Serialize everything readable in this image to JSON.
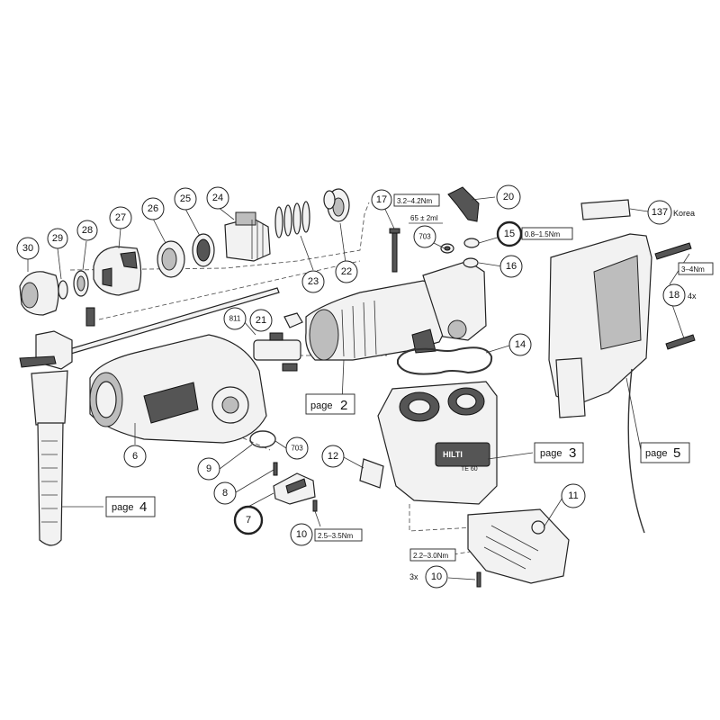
{
  "callouts": {
    "c30": "30",
    "c29": "29",
    "c28": "28",
    "c27": "27",
    "c26": "26",
    "c25": "25",
    "c24": "24",
    "c23": "23",
    "c22": "22",
    "c17": "17",
    "c20": "20",
    "c703a": "703",
    "c15": "15",
    "c16": "16",
    "c137": "137",
    "c18": "18",
    "c811": "811",
    "c21": "21",
    "c14": "14",
    "c6": "6",
    "c703b": "703",
    "c9": "9",
    "c8": "8",
    "c7": "7",
    "c12": "12",
    "c10a": "10",
    "c11": "11",
    "c10b": "10"
  },
  "labels": {
    "torque_17": "3.2–4.2Nm",
    "grease": "65 ± 2ml",
    "torque_15": "0.8–1.5Nm",
    "korea": "Korea",
    "torque_18": "3–4Nm",
    "qty_18": "4x",
    "torque_10a": "2.5–3.5Nm",
    "torque_10b": "2.2–3.0Nm",
    "qty_10b": "3x",
    "brand_logo": "HILTI",
    "model": "TE 60"
  },
  "page_refs": {
    "p2_word": "page",
    "p2_num": "2",
    "p3_word": "page",
    "p3_num": "3",
    "p4_word": "page",
    "p4_num": "4",
    "p5_word": "page",
    "p5_num": "5"
  }
}
